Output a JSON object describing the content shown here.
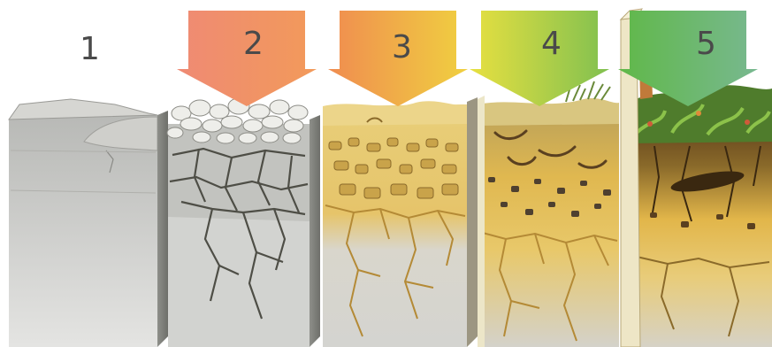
{
  "stages": [
    {
      "id": "stage-1",
      "label": "1",
      "arrow": false,
      "arrow_colors": []
    },
    {
      "id": "stage-2",
      "label": "2",
      "arrow": true,
      "arrow_colors": [
        "#ef8a74",
        "#f29a5a"
      ]
    },
    {
      "id": "stage-3",
      "label": "3",
      "arrow": true,
      "arrow_colors": [
        "#f08c50",
        "#f0d040"
      ]
    },
    {
      "id": "stage-4",
      "label": "4",
      "arrow": true,
      "arrow_colors": [
        "#e8e040",
        "#80c050"
      ]
    },
    {
      "id": "stage-5",
      "label": "5",
      "arrow": true,
      "arrow_colors": [
        "#60b848",
        "#78b890"
      ]
    }
  ],
  "colors": {
    "bedrock": "#c9cac8",
    "bedrock_dark": "#9fa09e",
    "crack": "#5a5a50",
    "soil_yellow": "#e6c46a",
    "soil_brown": "#8a6a2a",
    "topsoil_dark": "#5a3a1a",
    "vegetation_green": "#6aa83a"
  }
}
